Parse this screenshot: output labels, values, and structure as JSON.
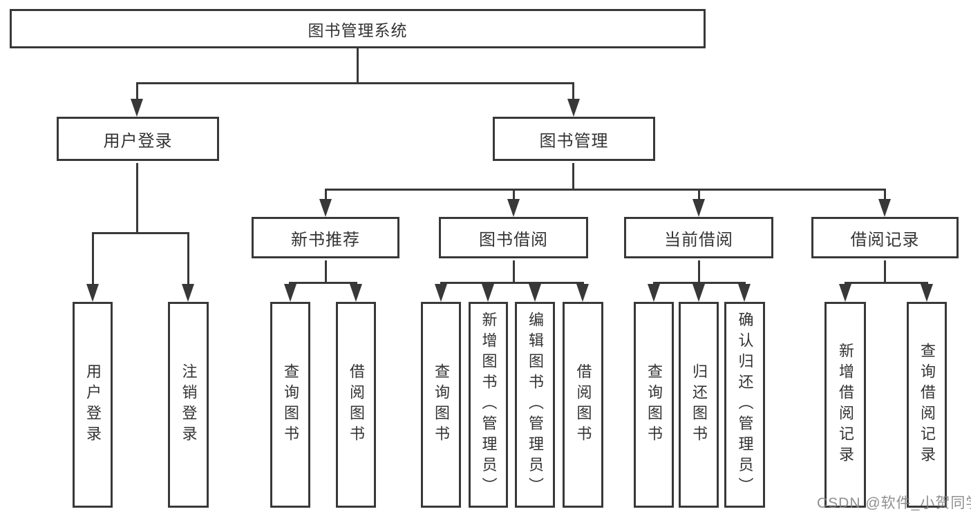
{
  "tree": {
    "root": "图书管理系统",
    "login_branch": {
      "label": "用户登录",
      "children": [
        "用户登录",
        "注销登录"
      ]
    },
    "mgmt_branch": {
      "label": "图书管理",
      "sections": [
        {
          "label": "新书推荐",
          "children": [
            "查询图书",
            "借阅图书"
          ]
        },
        {
          "label": "图书借阅",
          "children": [
            "查询图书",
            "新增图书（管理员）",
            "编辑图书（管理员）",
            "借阅图书"
          ]
        },
        {
          "label": "当前借阅",
          "children": [
            "查询图书",
            "归还图书",
            "确认归还（管理员）"
          ]
        },
        {
          "label": "借阅记录",
          "children": [
            "新增借阅记录",
            "查询借阅记录"
          ]
        }
      ]
    }
  },
  "watermark": "CSDN @软件_小贺同学",
  "colors": {
    "line": "#383838",
    "text": "#333333",
    "background": "#ffffff",
    "watermark": "#808080"
  }
}
